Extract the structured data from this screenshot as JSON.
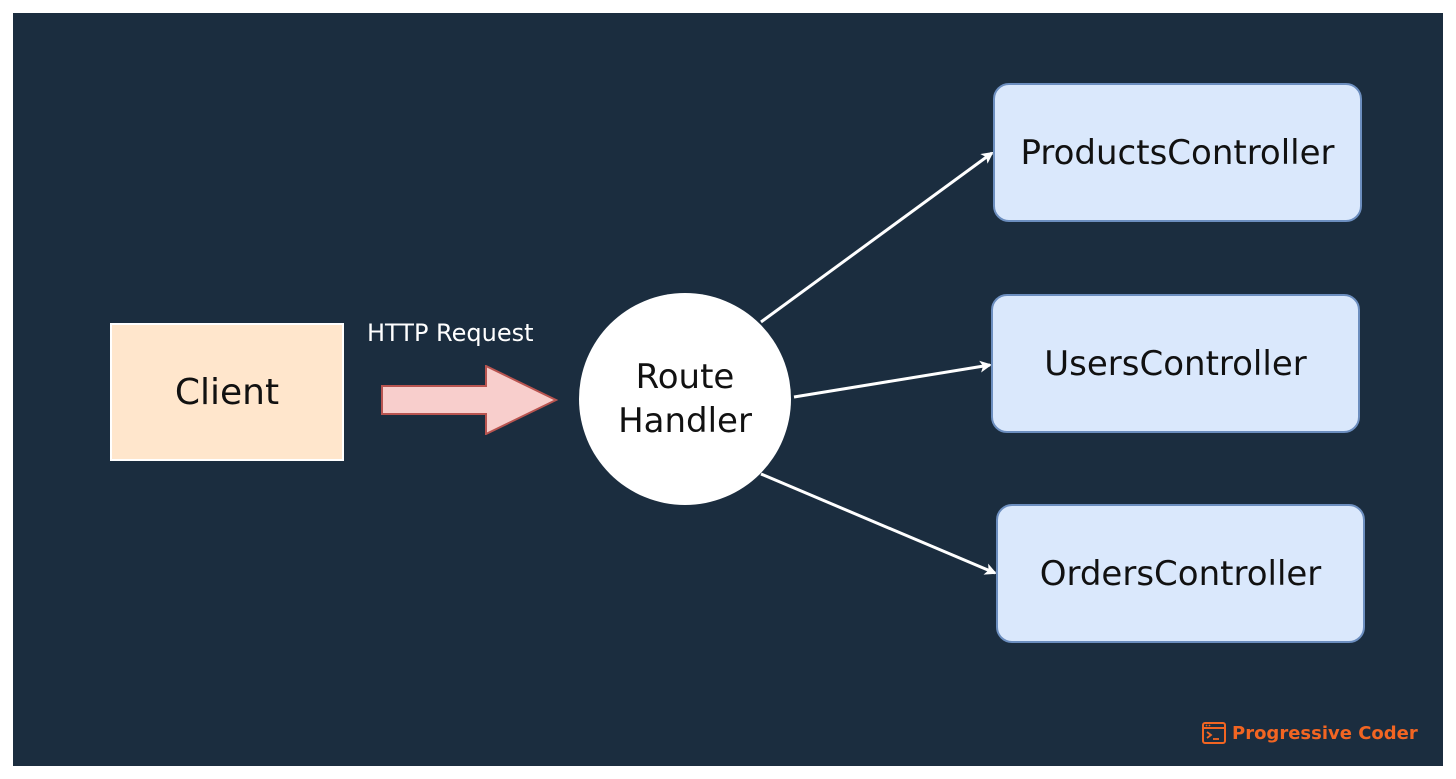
{
  "nodes": {
    "client": "Client",
    "request_label": "HTTP Request",
    "route_handler": {
      "line1": "Route",
      "line2": "Handler"
    },
    "controllers": {
      "products": "ProductsController",
      "users": "UsersController",
      "orders": "OrdersController"
    }
  },
  "brand": {
    "name": "Progressive Coder",
    "icon": "terminal-icon"
  },
  "colors": {
    "background": "#1b2d3f",
    "client_fill": "#ffe6cc",
    "arrow_fill": "#f8cecc",
    "arrow_stroke": "#b85450",
    "controller_fill": "#dae8fc",
    "controller_stroke": "#6c8ebf",
    "brand": "#f26522"
  }
}
